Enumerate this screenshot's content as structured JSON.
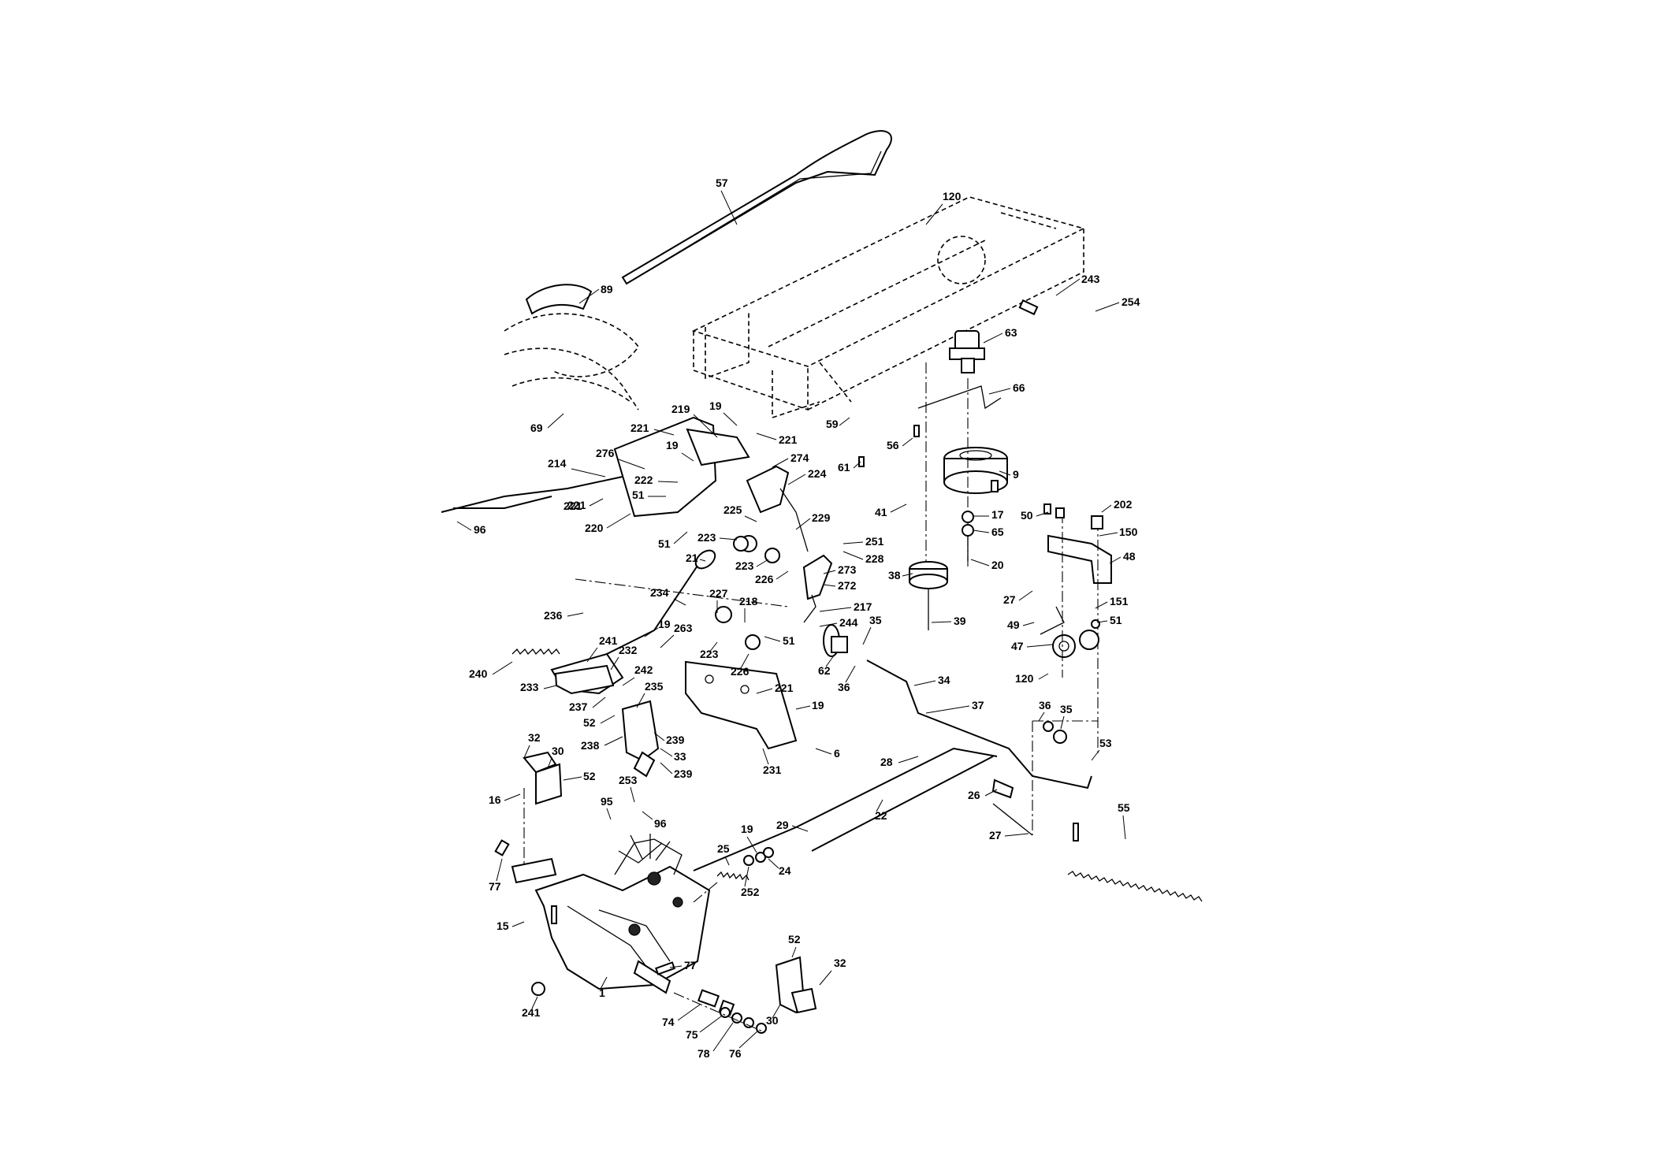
{
  "diagram": {
    "callouts": [
      "57",
      "120",
      "89",
      "243",
      "254",
      "63",
      "66",
      "69",
      "19",
      "219",
      "221",
      "221",
      "221",
      "19",
      "276",
      "214",
      "274",
      "224",
      "222",
      "51",
      "59",
      "56",
      "61",
      "9",
      "41",
      "17",
      "65",
      "20",
      "50",
      "202",
      "150",
      "48",
      "221",
      "96",
      "220",
      "51",
      "225",
      "229",
      "223",
      "251",
      "228",
      "223",
      "226",
      "273",
      "272",
      "21",
      "227",
      "218",
      "217",
      "244",
      "234",
      "19",
      "236",
      "241",
      "232",
      "263",
      "51",
      "35",
      "223",
      "226",
      "62",
      "36",
      "34",
      "38",
      "39",
      "27",
      "151",
      "51",
      "49",
      "47",
      "120",
      "240",
      "233",
      "242",
      "235",
      "237",
      "52",
      "221",
      "19",
      "37",
      "36",
      "35",
      "53",
      "238",
      "239",
      "33",
      "239",
      "6",
      "32",
      "30",
      "52",
      "231",
      "28",
      "16",
      "26",
      "253",
      "95",
      "96",
      "29",
      "22",
      "27",
      "55",
      "77",
      "19",
      "25",
      "24",
      "252",
      "15",
      "52",
      "32",
      "77",
      "1",
      "30",
      "241",
      "74",
      "75",
      "78",
      "76"
    ]
  }
}
